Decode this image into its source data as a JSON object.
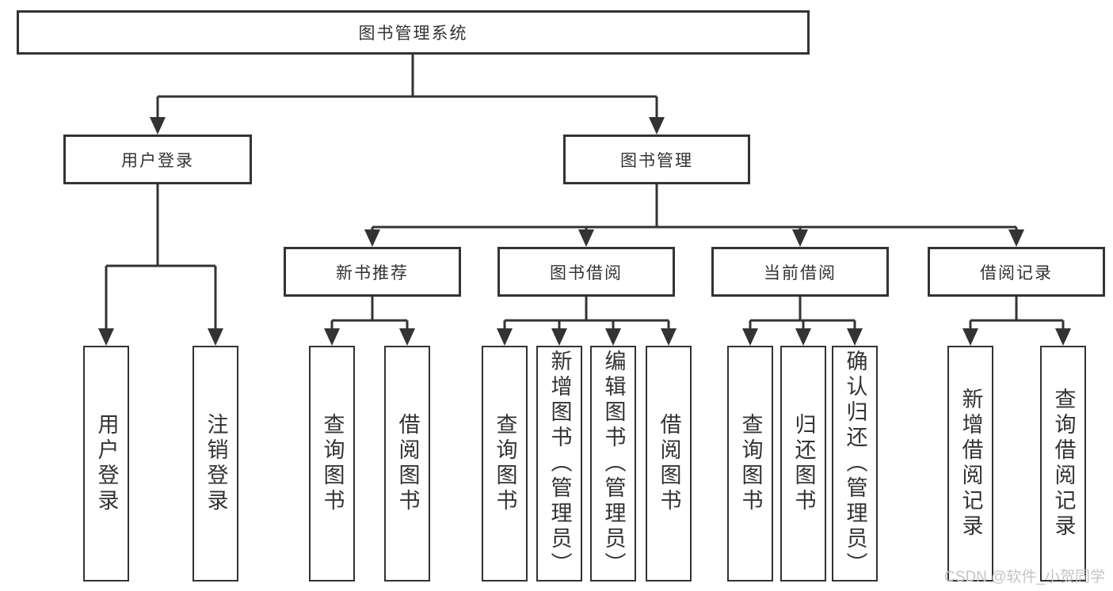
{
  "tree": {
    "root": "图书管理系统",
    "user_login": {
      "label": "用户登录",
      "children": [
        "用户登录",
        "注销登录"
      ]
    },
    "book_mgmt": {
      "label": "图书管理",
      "new_book": {
        "label": "新书推荐",
        "children": [
          "查询图书",
          "借阅图书"
        ]
      },
      "borrow": {
        "label": "图书借阅",
        "children": [
          "查询图书",
          "新增图书（管理员）",
          "编辑图书（管理员）",
          "借阅图书"
        ]
      },
      "current": {
        "label": "当前借阅",
        "children": [
          "查询图书",
          "归还图书",
          "确认归还（管理员）"
        ]
      },
      "records": {
        "label": "借阅记录",
        "children": [
          "新增借阅记录",
          "查询借阅记录"
        ]
      }
    }
  },
  "watermark": {
    "text": "CSDN @软件_小贺同学"
  },
  "colors": {
    "line": "#333333",
    "text": "#333333",
    "background": "#ffffff",
    "watermark": "#c4c4c4"
  }
}
